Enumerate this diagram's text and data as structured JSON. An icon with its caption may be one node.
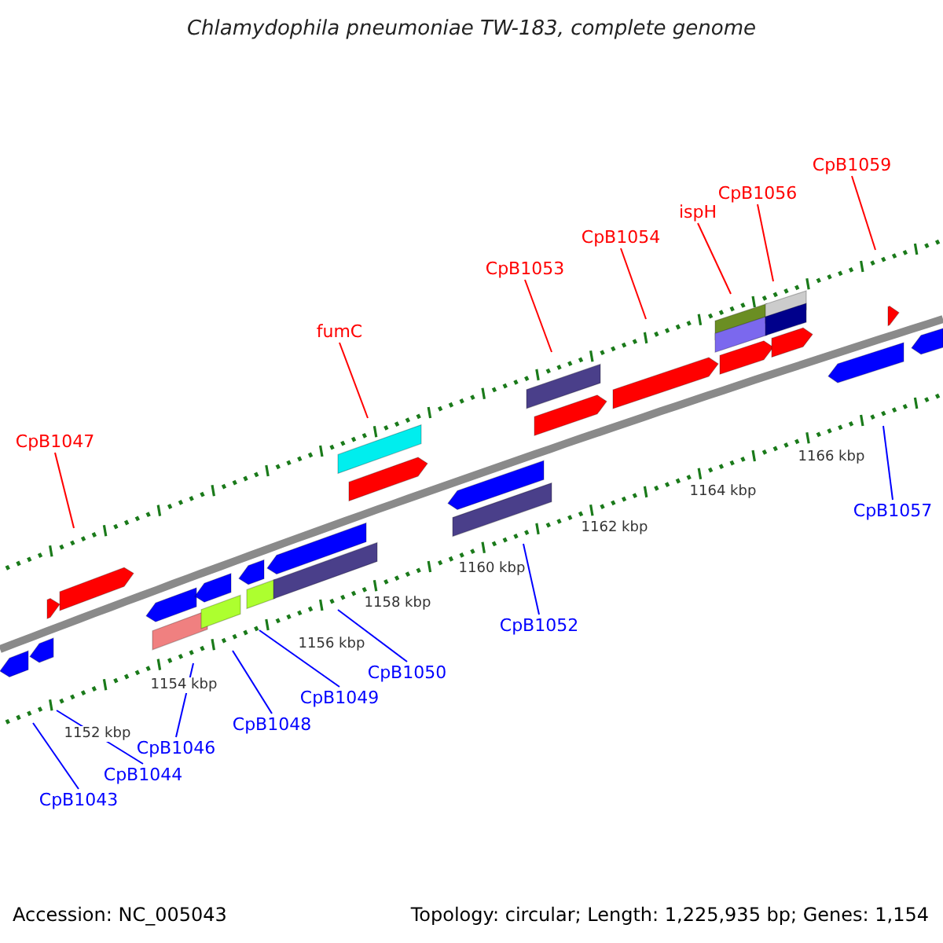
{
  "diagram": {
    "title": "Chlamydophila pneumoniae TW-183, complete genome",
    "nodes": [
      {
        "text": [
          "CpB1059"
        ]
      },
      {
        "text": [
          "CpB1056"
        ]
      },
      {
        "text": [
          "ispH"
        ]
      },
      {
        "text": [
          "CpB1054"
        ]
      },
      {
        "text": [
          "CpB1053"
        ]
      },
      {
        "text": [
          "fumC"
        ]
      },
      {
        "text": [
          "CpB1047"
        ]
      },
      {
        "text": [
          "CpB1057"
        ]
      },
      {
        "text": [
          "CpB1052"
        ]
      },
      {
        "text": [
          "CpB1050"
        ]
      },
      {
        "text": [
          "CpB1049"
        ]
      },
      {
        "text": [
          "CpB1048"
        ]
      },
      {
        "text": [
          "CpB1046"
        ]
      },
      {
        "text": [
          "CpB1044"
        ]
      },
      {
        "text": [
          "CpB1043"
        ]
      }
    ],
    "edges": [
      {
        "from": 0,
        "to": null,
        "arrow": "none",
        "color": "#ff0000"
      },
      {
        "from": 1,
        "to": null,
        "arrow": "none",
        "color": "#ff0000"
      },
      {
        "from": 2,
        "to": null,
        "arrow": "none",
        "color": "#ff0000"
      },
      {
        "from": 3,
        "to": null,
        "arrow": "none",
        "color": "#ff0000"
      },
      {
        "from": 4,
        "to": null,
        "arrow": "none",
        "color": "#ff0000"
      },
      {
        "from": 5,
        "to": null,
        "arrow": "none",
        "color": "#ff0000"
      },
      {
        "from": 6,
        "to": null,
        "arrow": "none",
        "color": "#ff0000"
      },
      {
        "from": 7,
        "to": null,
        "arrow": "none"
      },
      {
        "from": 8,
        "to": null,
        "arrow": "none"
      },
      {
        "from": 9,
        "to": null,
        "arrow": "none"
      },
      {
        "from": 10,
        "to": null,
        "arrow": "none"
      },
      {
        "from": 11,
        "to": null,
        "arrow": "none"
      },
      {
        "from": 12,
        "to": null,
        "arrow": "none"
      },
      {
        "from": 13,
        "to": null,
        "arrow": "none"
      },
      {
        "from": 14,
        "to": null,
        "arrow": "none"
      }
    ],
    "labels": [
      "1166 kbp",
      "1164 kbp",
      "1162 kbp",
      "1160 kbp",
      "1158 kbp",
      "1156 kbp",
      "1154 kbp",
      "1152 kbp",
      "Accession: NC_005043",
      "Topology: circular; Length: 1,225,935 bp; Genes: 1,154"
    ]
  }
}
